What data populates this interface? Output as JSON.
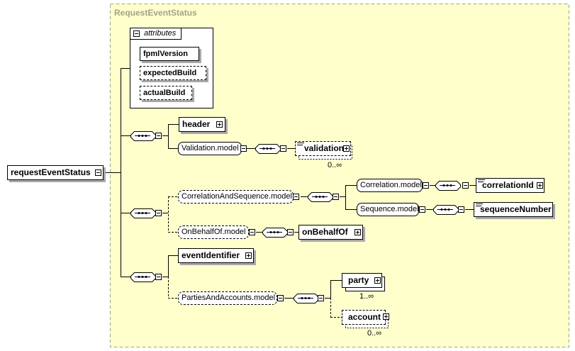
{
  "complex_type": {
    "name": "RequestEventStatus",
    "fill_color": "#ffffcc",
    "border_color": "#a3a38c"
  },
  "root_element": {
    "name": "requestEventStatus"
  },
  "attributes": {
    "label": "attributes",
    "items": [
      {
        "name": "fpmlVersion",
        "optional": false
      },
      {
        "name": "expectedBuild",
        "optional": true
      },
      {
        "name": "actualBuild",
        "optional": true
      }
    ]
  },
  "sequence_1": {
    "header": {
      "name": "header"
    },
    "validation_model": {
      "name": "Validation.model",
      "validation": {
        "name": "validation",
        "cardinality": "0..∞"
      }
    }
  },
  "sequence_2": {
    "correlation_and_sequence_model": {
      "name": "CorrelationAndSequence.model",
      "correlation_model": {
        "name": "Correlation.model",
        "correlation_id": {
          "name": "correlationId"
        }
      },
      "sequence_model": {
        "name": "Sequence.model",
        "sequence_number": {
          "name": "sequenceNumber"
        }
      }
    },
    "on_behalf_of_model": {
      "name": "OnBehalfOf.model",
      "on_behalf_of": {
        "name": "onBehalfOf"
      }
    }
  },
  "sequence_3": {
    "event_identifier": {
      "name": "eventIdentifier"
    },
    "parties_and_accounts_model": {
      "name": "PartiesAndAccounts.model",
      "party": {
        "name": "party",
        "cardinality": "1..∞"
      },
      "account": {
        "name": "account",
        "cardinality": "0..∞"
      }
    }
  }
}
